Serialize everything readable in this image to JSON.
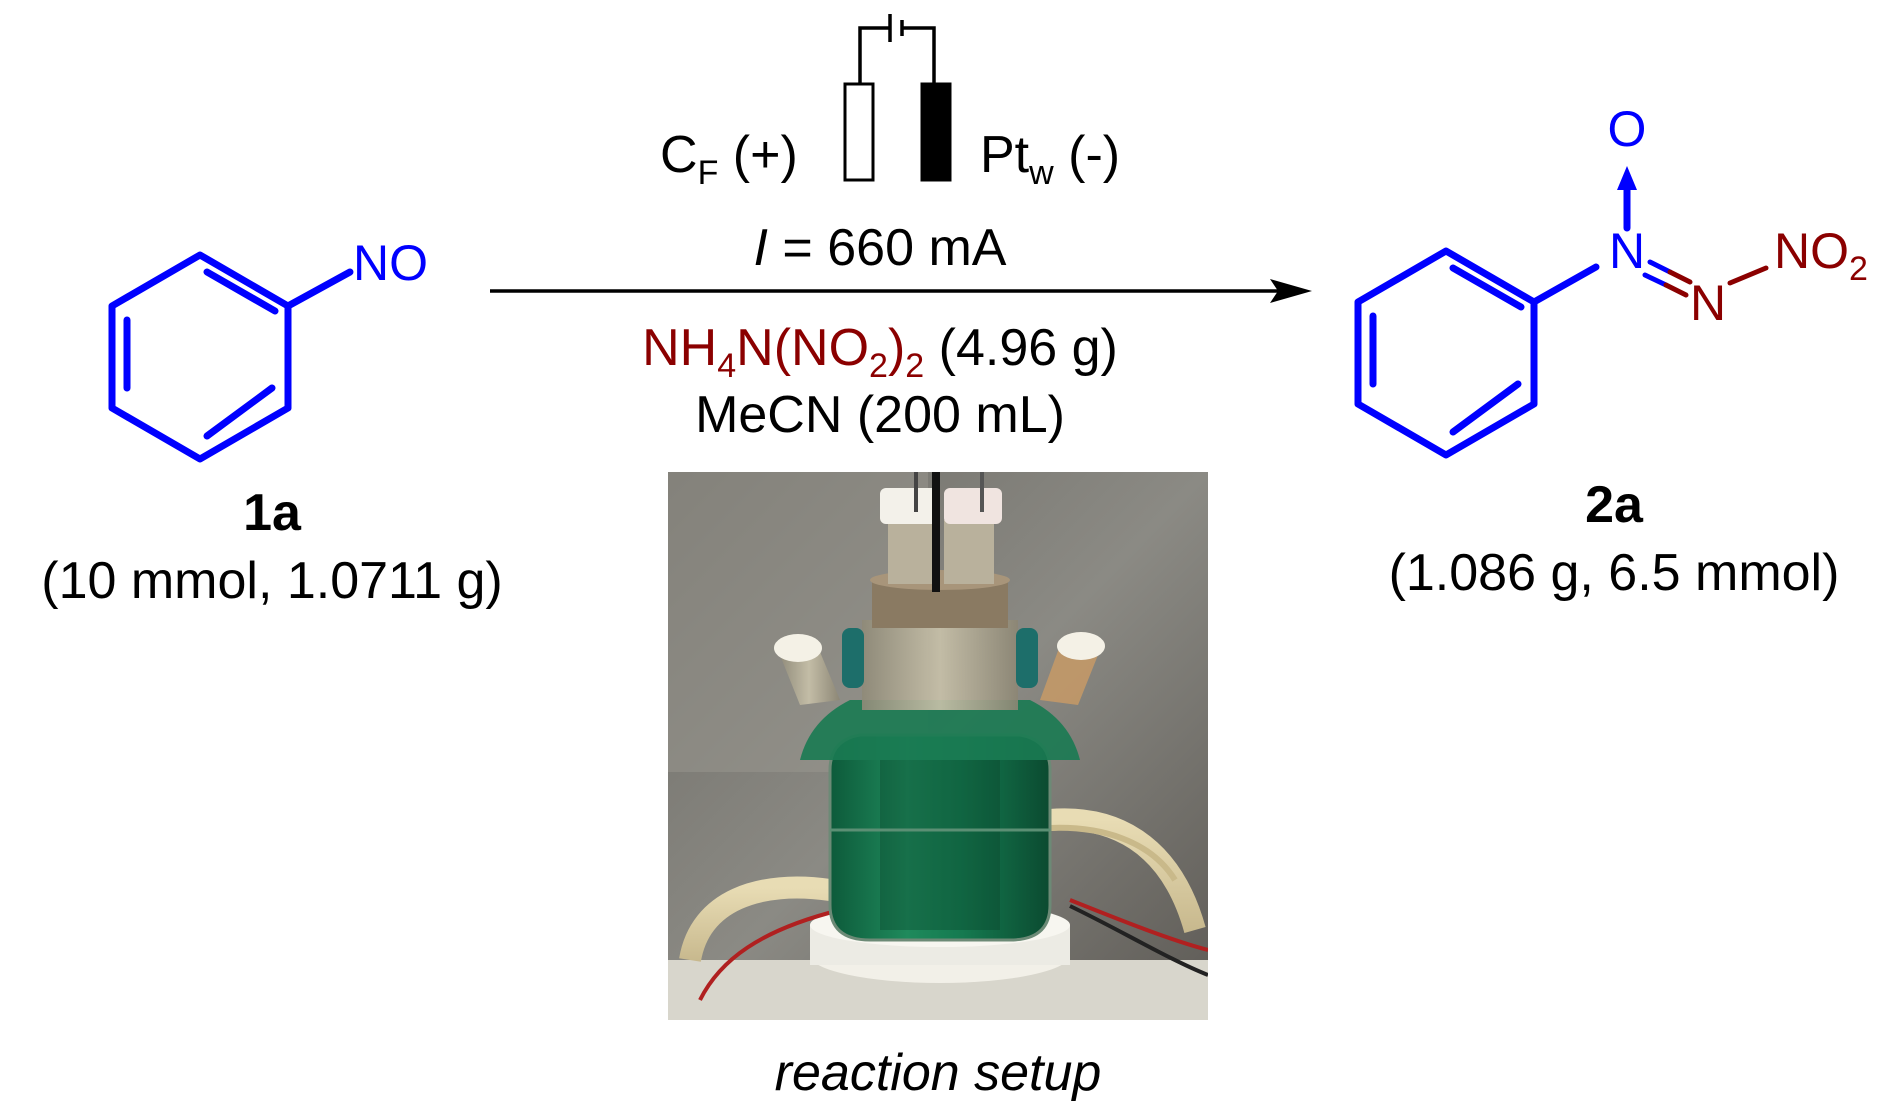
{
  "colors": {
    "bond_blue": "#0000ff",
    "atom_blue": "#0000ff",
    "dark_red": "#8b0000",
    "black": "#000000"
  },
  "reactant": {
    "group": "NO",
    "label": "1a",
    "amount": "(10 mmol, 1.0711 g)"
  },
  "product": {
    "n1": "N",
    "n2": "N",
    "o": "O",
    "no2_main": "NO",
    "no2_sub": "2",
    "label": "2a",
    "amount": "(1.086 g, 6.5 mmol)"
  },
  "conditions": {
    "anode_main": "C",
    "anode_sub": "F",
    "anode_sign": " (+)",
    "cathode_main": "Pt",
    "cathode_sub": "w",
    "cathode_sign": " (-)",
    "current_symbol": "I",
    "current_value": " = 660 mA",
    "salt": {
      "p1": "NH",
      "s1": "4",
      "p2": "N(NO",
      "s2": "2",
      "p3": ")",
      "s3": "2",
      "amount": " (4.96 g)"
    },
    "solvent": "MeCN (200 mL)"
  },
  "photo": {
    "caption": "reaction setup"
  }
}
